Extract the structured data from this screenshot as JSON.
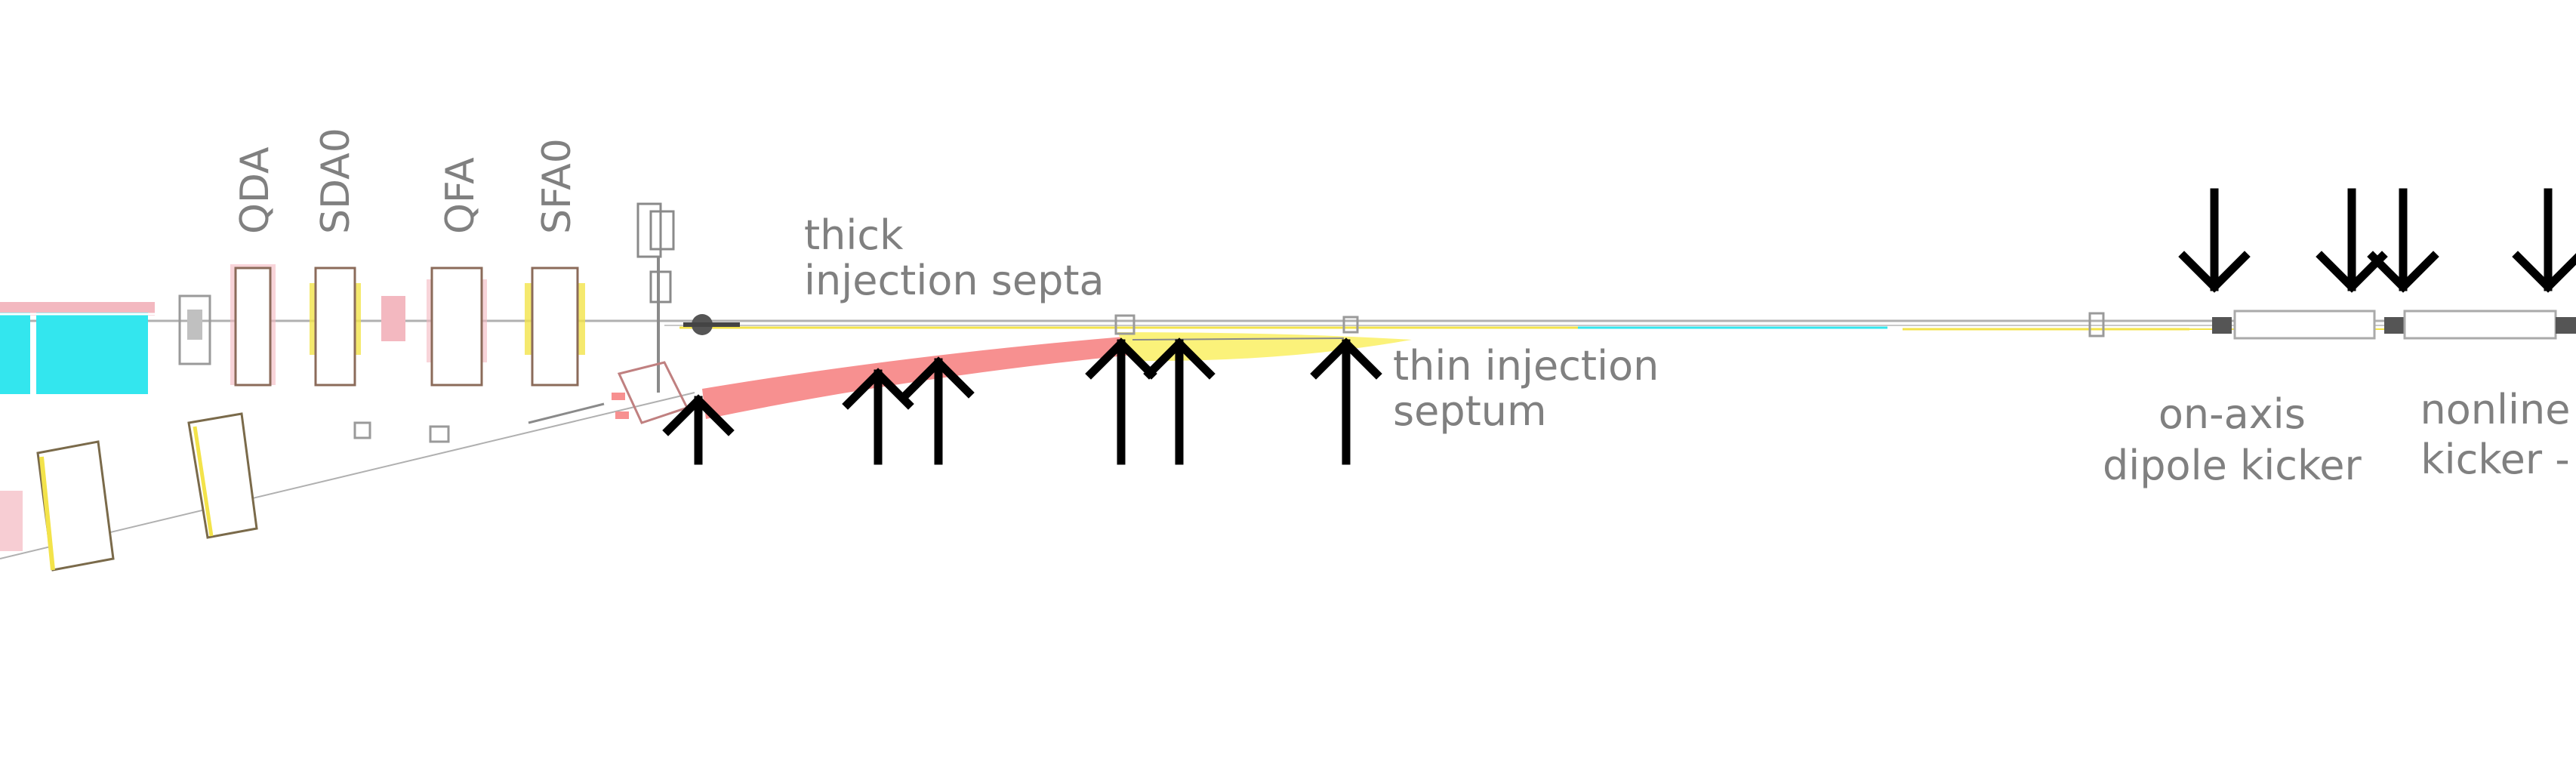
{
  "diagram": {
    "magnet_labels": [
      "QDA",
      "SDA0",
      "QFA",
      "SFA0"
    ],
    "annotations": {
      "thick_septa": [
        "thick",
        "injection septa"
      ],
      "thin_septum": [
        "thin injection",
        "septum"
      ],
      "dipole_kicker": [
        "on-axis",
        "dipole kicker"
      ],
      "nonlinear_kicker": [
        "nonline",
        "kicker -"
      ]
    },
    "colors": {
      "dipole": "#33e6ee",
      "septum_red": "#f79090",
      "septum_yellow": "#fbf27a",
      "magnet_pink": "#f3b8c0",
      "magnet_yellow": "#f3e34a",
      "arrow": "#000000",
      "label": "#808080"
    }
  }
}
